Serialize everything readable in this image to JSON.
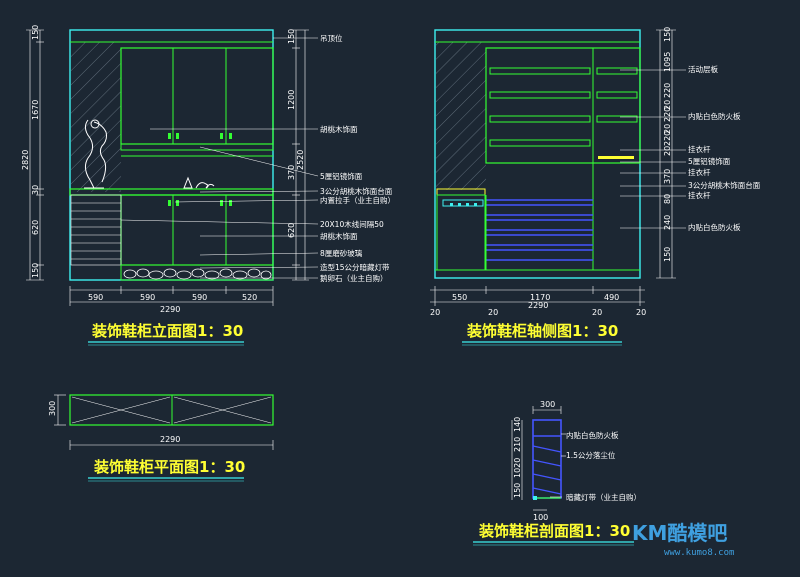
{
  "colors": {
    "background": "#1c2733",
    "frame": "#3ef0f0",
    "cabinet": "#33ff33",
    "shelf_blue": "#4455ff",
    "dimension": "#ffffff",
    "caption": "#ffff33",
    "marker": "#ff3333",
    "hatch": "#8a9aa8",
    "logo": "#3fa0e0"
  },
  "elevation": {
    "title": "装饰鞋柜立面图1：30",
    "dims_bottom": [
      "590",
      "590",
      "590",
      "520"
    ],
    "dim_total": "2290",
    "dims_left": [
      "150",
      "1670",
      "30",
      "620",
      "150"
    ],
    "dim_left_total": "2820",
    "dims_right": [
      "150",
      "1200",
      "370",
      "620"
    ],
    "dim_right_total": "2520",
    "notes": [
      "吊顶位",
      "胡桃木饰面",
      "5厘铝镜饰面",
      "3公分胡桃木饰面台面",
      "内置拉手（业主自购）",
      "20X10木线间隔50",
      "胡桃木饰面",
      "8厘磨砂玻璃",
      "造型15公分暗藏灯带",
      "鹅卵石（业主自购）"
    ]
  },
  "side": {
    "title": "装饰鞋柜轴侧图1：30",
    "dims_bottom": [
      "550",
      "1170",
      "490"
    ],
    "dim_total": "2290",
    "dim_end": [
      "20",
      "20",
      "20",
      "20"
    ],
    "dims_right": [
      "150",
      "1095",
      "220",
      "20",
      "220",
      "20",
      "220",
      "20",
      "370",
      "80",
      "240",
      "150"
    ],
    "notes": [
      "活动层板",
      "内贴白色防火板",
      "挂衣杆",
      "5厘铝镜饰面",
      "挂衣杆",
      "3公分胡桃木饰面台面",
      "挂衣杆",
      "内贴白色防火板"
    ]
  },
  "plan": {
    "title": "装饰鞋柜平面图1：30",
    "dim_width": "2290",
    "dim_depth": "300"
  },
  "section": {
    "title": "装饰鞋柜剖面图1：30",
    "dim_top": "300",
    "dim_bottom": "100",
    "dims_left": [
      "140",
      "210",
      "1020",
      "150"
    ],
    "notes": [
      "内贴白色防火板",
      "1.5公分落尘位",
      "暗藏灯带（业主自购）"
    ]
  },
  "logo": {
    "brand": "KM酷模吧",
    "url": "www.kumo8.com"
  }
}
